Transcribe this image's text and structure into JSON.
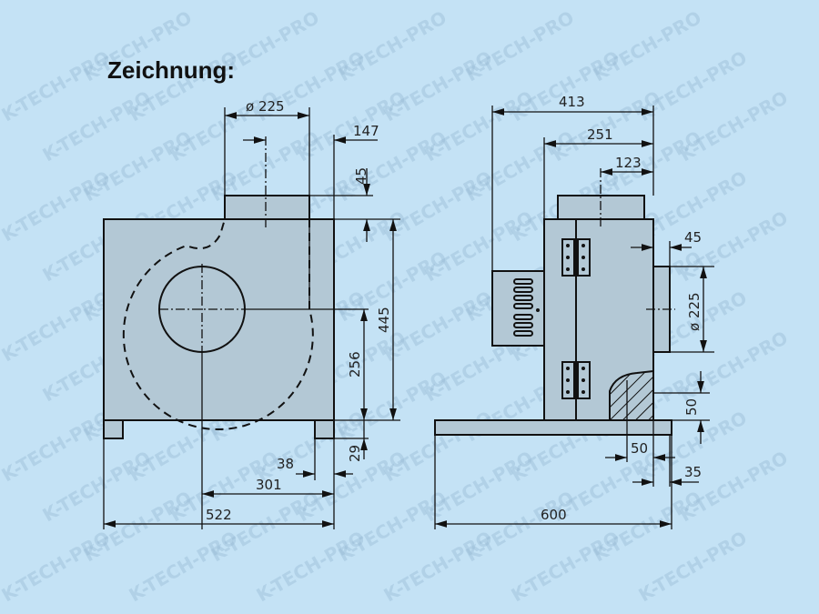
{
  "title": "Zeichnung:",
  "watermark": "K-TECH-PRO",
  "side_view": {
    "outlet_diameter": "ø 225",
    "offset": "147",
    "outlet_height": "45",
    "height": "445",
    "axis_height": "256",
    "foot_height": "29",
    "foot_width": "38",
    "axis_offset": "301",
    "width": "522"
  },
  "front_view": {
    "total_depth": "413",
    "body_depth": "251",
    "outlet_offset": "123",
    "outlet_length": "45",
    "inlet_diameter": "ø 225",
    "motor_height": "50",
    "motor_width": "50",
    "rail_overhang": "35",
    "base_length": "600"
  }
}
